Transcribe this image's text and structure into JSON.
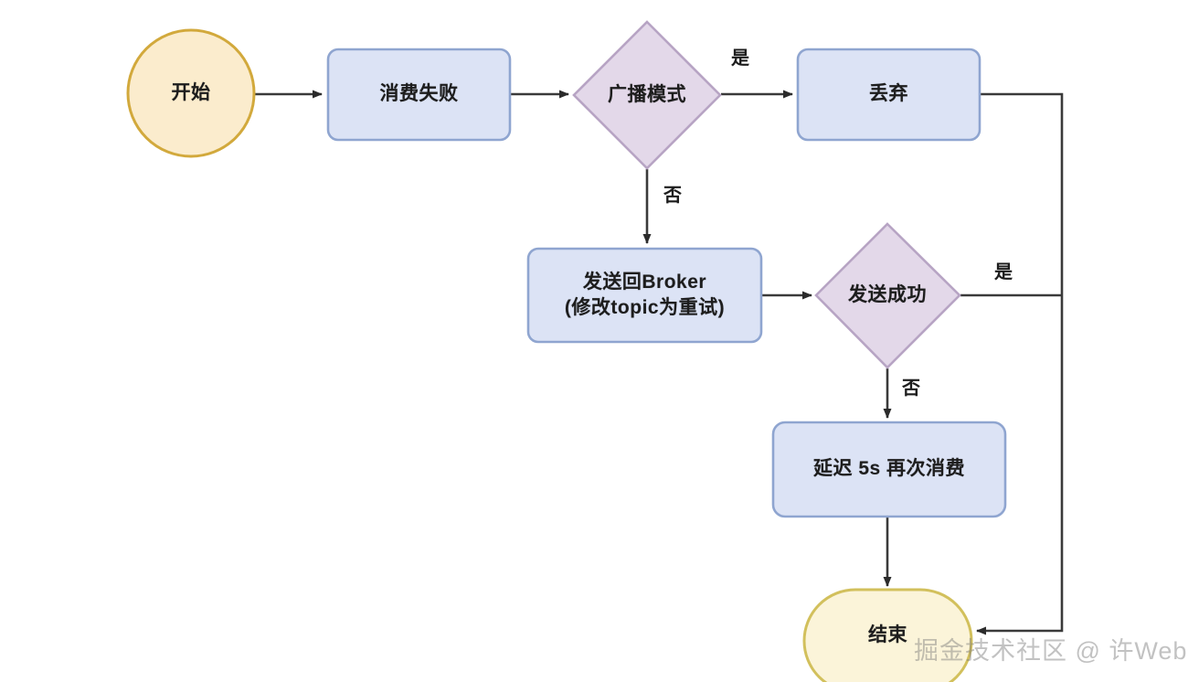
{
  "diagram": {
    "type": "flowchart",
    "direction": "left-to-right with vertical branches",
    "title": "",
    "colors": {
      "terminal_fill": "#fbeccd",
      "terminal_stroke": "#d2a93c",
      "process_fill": "#dce3f5",
      "process_stroke": "#8fa5d0",
      "decision_fill": "#e3d8e9",
      "decision_stroke": "#b7a4c4",
      "edge_stroke": "#3a3a3a",
      "text": "#1d1d1d",
      "background": "#ffffff"
    },
    "nodes": [
      {
        "id": "start",
        "shape": "circle",
        "label": "开始",
        "label2": ""
      },
      {
        "id": "fail",
        "shape": "rect",
        "label": "消费失败",
        "label2": ""
      },
      {
        "id": "broadcast",
        "shape": "diamond",
        "label": "广播模式",
        "label2": ""
      },
      {
        "id": "discard",
        "shape": "rect",
        "label": "丢弃",
        "label2": ""
      },
      {
        "id": "sendback",
        "shape": "rect",
        "label": "发送回Broker",
        "label2": "(修改topic为重试)"
      },
      {
        "id": "sendok",
        "shape": "diamond",
        "label": "发送成功",
        "label2": ""
      },
      {
        "id": "delay",
        "shape": "rect",
        "label": "延迟 5s 再次消费",
        "label2": ""
      },
      {
        "id": "end",
        "shape": "stadium",
        "label": "结束",
        "label2": ""
      }
    ],
    "edges": [
      {
        "from": "start",
        "to": "fail",
        "label": ""
      },
      {
        "from": "fail",
        "to": "broadcast",
        "label": ""
      },
      {
        "from": "broadcast",
        "to": "discard",
        "label": "是"
      },
      {
        "from": "broadcast",
        "to": "sendback",
        "label": "否"
      },
      {
        "from": "discard",
        "to": "end",
        "label": ""
      },
      {
        "from": "sendback",
        "to": "sendok",
        "label": ""
      },
      {
        "from": "sendok",
        "to": "end",
        "label": "是"
      },
      {
        "from": "sendok",
        "to": "delay",
        "label": "否"
      },
      {
        "from": "delay",
        "to": "end",
        "label": ""
      }
    ],
    "edge_labels": {
      "broadcast_yes": "是",
      "broadcast_no": "否",
      "sendok_yes": "是",
      "sendok_no": "否"
    }
  },
  "watermark": {
    "text": "掘金技术社区 @ 许Web"
  }
}
